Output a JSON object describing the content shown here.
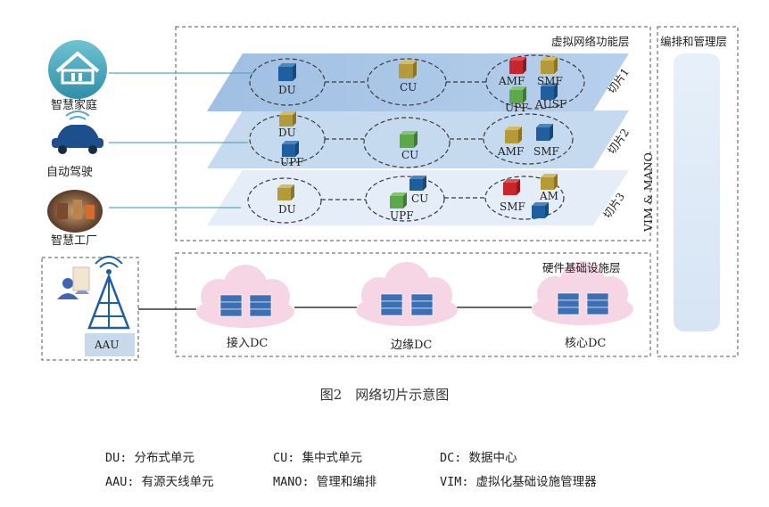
{
  "layers": {
    "vnf_label": "虚拟网络功能层",
    "orchestration_label": "编排和管理层",
    "hardware_label": "硬件基础设施层"
  },
  "vim_mano": "VIM & MANO",
  "apps": [
    {
      "label": "智慧家庭"
    },
    {
      "label": "自动驾驶"
    },
    {
      "label": "智慧工厂"
    }
  ],
  "slices": [
    {
      "label": "切片1",
      "du": "DU",
      "cu": "CU",
      "core": [
        "AMF",
        "SMF",
        "UPF",
        "AUSF"
      ]
    },
    {
      "label": "切片2",
      "du": "DU",
      "du_extra": "UPF",
      "cu": "CU",
      "core": [
        "AMF",
        "SMF"
      ]
    },
    {
      "label": "切片3",
      "du": "DU",
      "cu": "CU",
      "cu_extra": "UPF",
      "core": [
        "SMF",
        "AM"
      ]
    }
  ],
  "dcs": [
    {
      "label": "接入DC"
    },
    {
      "label": "边缘DC"
    },
    {
      "label": "核心DC"
    }
  ],
  "aau": "AAU",
  "caption": "图2　网络切片示意图",
  "legend": [
    [
      "DU: 分布式单元",
      "CU: 集中式单元",
      "DC: 数据中心"
    ],
    [
      "AAU: 有源天线单元",
      "MANO: 管理和编排",
      "VIM: 虚拟化基础设施管理器"
    ]
  ],
  "colors": {
    "slice1": "#a9c6e6",
    "slice2": "#c9dcef",
    "slice3": "#e3edf8",
    "cloud": "#f6d7e4",
    "vim": "#dbe8f6",
    "blue_box": "#1f5fa0",
    "yellow_box": "#b59a3a",
    "green_box": "#5da84a",
    "red_box": "#c8262c"
  }
}
